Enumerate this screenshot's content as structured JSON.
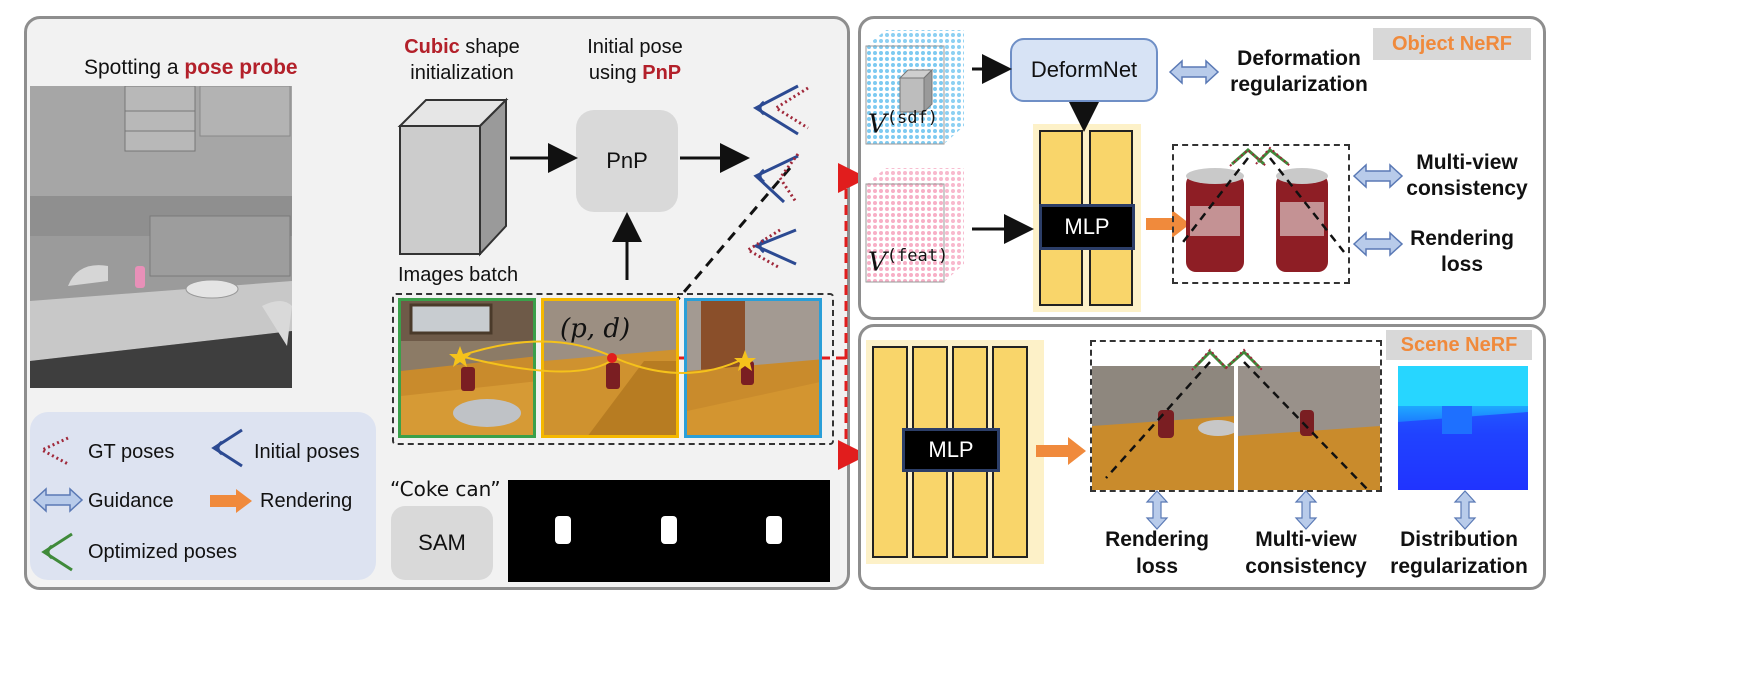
{
  "left": {
    "spotting_prefix": "Spotting a ",
    "spotting_highlight": "pose probe",
    "cubic_highlight": "Cubic",
    "cubic_rest": " shape",
    "cubic_line2": "initialization",
    "initial_line1": "Initial pose",
    "initial_line2_prefix": "using ",
    "initial_line2_highlight": "PnP",
    "pnp_label": "PnP",
    "images_batch": "Images batch",
    "pd_label": "(p, d)",
    "coke_can": "“Coke can”",
    "sam_label": "SAM"
  },
  "legend": {
    "gt_poses": "GT poses",
    "initial_poses": "Initial poses",
    "guidance": "Guidance",
    "rendering": "Rendering",
    "optimized_poses": "Optimized poses"
  },
  "object_nerf": {
    "title": "Object NeRF",
    "deformnet": "DeformNet",
    "deformation_reg_line1": "Deformation",
    "deformation_reg_line2": "regularization",
    "v_sdf_base": "V",
    "v_sdf_sup": "(sdf)",
    "v_feat_base": "V",
    "v_feat_sup": "(feat)",
    "mlp": "MLP",
    "multiview_line1": "Multi-view",
    "multiview_line2": "consistency",
    "rendering_loss_line1": "Rendering",
    "rendering_loss_line2": "loss"
  },
  "scene_nerf": {
    "title": "Scene NeRF",
    "mlp": "MLP",
    "rendering_loss_line1": "Rendering",
    "rendering_loss_line2": "loss",
    "multiview_line1": "Multi-view",
    "multiview_line2": "consistency",
    "distribution_line1": "Distribution",
    "distribution_line2": "regularization"
  },
  "colors": {
    "accent_red": "#b3202a",
    "accent_orange": "#f08a3c",
    "mlp_yellow": "#f9d56a",
    "legend_bg": "#dde3f1",
    "panel_border": "#8e8e8e",
    "guide_blue": "#9cb6dd"
  }
}
